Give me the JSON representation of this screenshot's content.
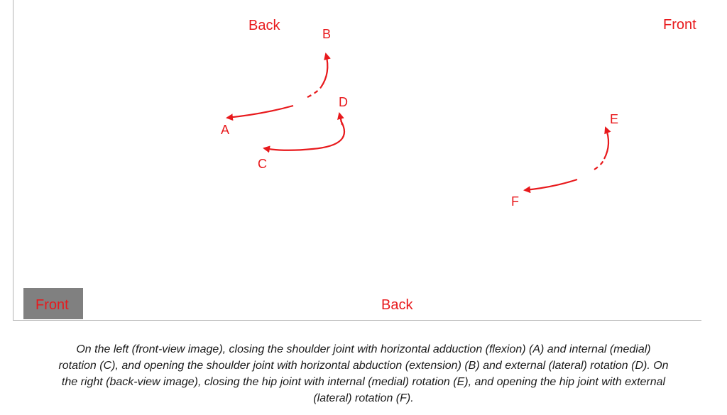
{
  "left_panel": {
    "back_label": "Back",
    "front_label": "Front",
    "arrow_labels": {
      "A": "A",
      "B": "B",
      "C": "C",
      "D": "D"
    }
  },
  "right_panel": {
    "front_label": "Front",
    "back_label": "Back",
    "arrow_labels": {
      "E": "E",
      "F": "F"
    }
  },
  "colors": {
    "arrow": "#e8191c",
    "label": "#e8191c",
    "front_box": "#808080",
    "divider": "#b3b3b3"
  },
  "caption": {
    "lines": [
      "On the left (front-view image), closing the shoulder joint with horizontal adduction (flexion) (A) and internal (medial)",
      "rotation (C), and opening the shoulder joint with horizontal abduction (extension) (B) and external (lateral) rotation (D). On",
      "the right (back-view image), closing the hip joint with internal (medial) rotation (E), and opening the hip joint with external",
      "(lateral) rotation (F)."
    ]
  }
}
